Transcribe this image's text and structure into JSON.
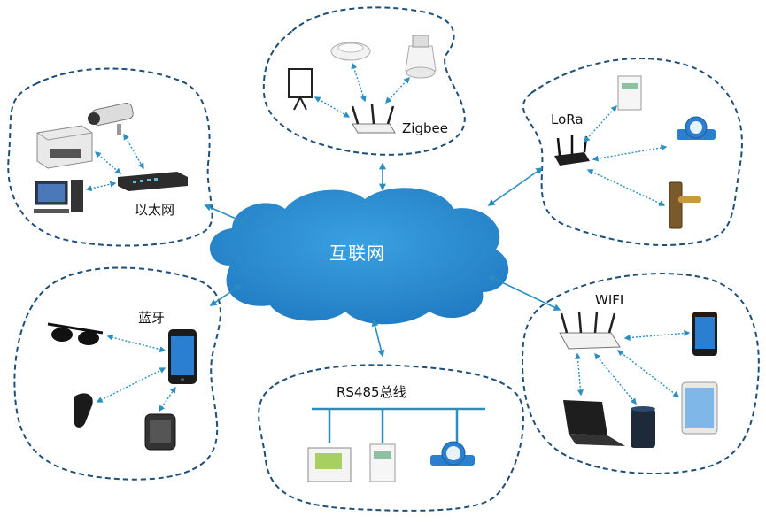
{
  "center": {
    "label": "互联网",
    "color": "#2f8fd3"
  },
  "networks": {
    "ethernet": {
      "label": "以太网",
      "devices": [
        "printer-icon",
        "ip-camera-icon",
        "desktop-pc-icon",
        "network-switch-icon"
      ]
    },
    "zigbee": {
      "label": "Zigbee",
      "devices": [
        "projector-screen-icon",
        "smoke-detector-icon",
        "smart-bulb-icon",
        "wireless-router-icon"
      ]
    },
    "lora": {
      "label": "LoRa",
      "devices": [
        "electric-meter-icon",
        "water-meter-icon",
        "smart-door-lock-icon",
        "lora-gateway-icon"
      ]
    },
    "bluetooth": {
      "label": "蓝牙",
      "devices": [
        "smart-glasses-icon",
        "bluetooth-headset-icon",
        "smartwatch-icon",
        "smartphone-icon"
      ]
    },
    "rs485": {
      "label": "RS485总线",
      "devices": [
        "display-controller-icon",
        "electric-meter-icon",
        "water-meter-icon"
      ]
    },
    "wifi": {
      "label": "WIFI",
      "devices": [
        "wifi-router-icon",
        "smartphone-icon",
        "laptop-icon",
        "smart-speaker-icon",
        "tablet-icon"
      ]
    }
  },
  "colors": {
    "dashed_border": "#1d4f7a",
    "arrow": "#2a8fc0",
    "cloud": "#2f8fd3",
    "device_blue": "#2b7fd0"
  }
}
